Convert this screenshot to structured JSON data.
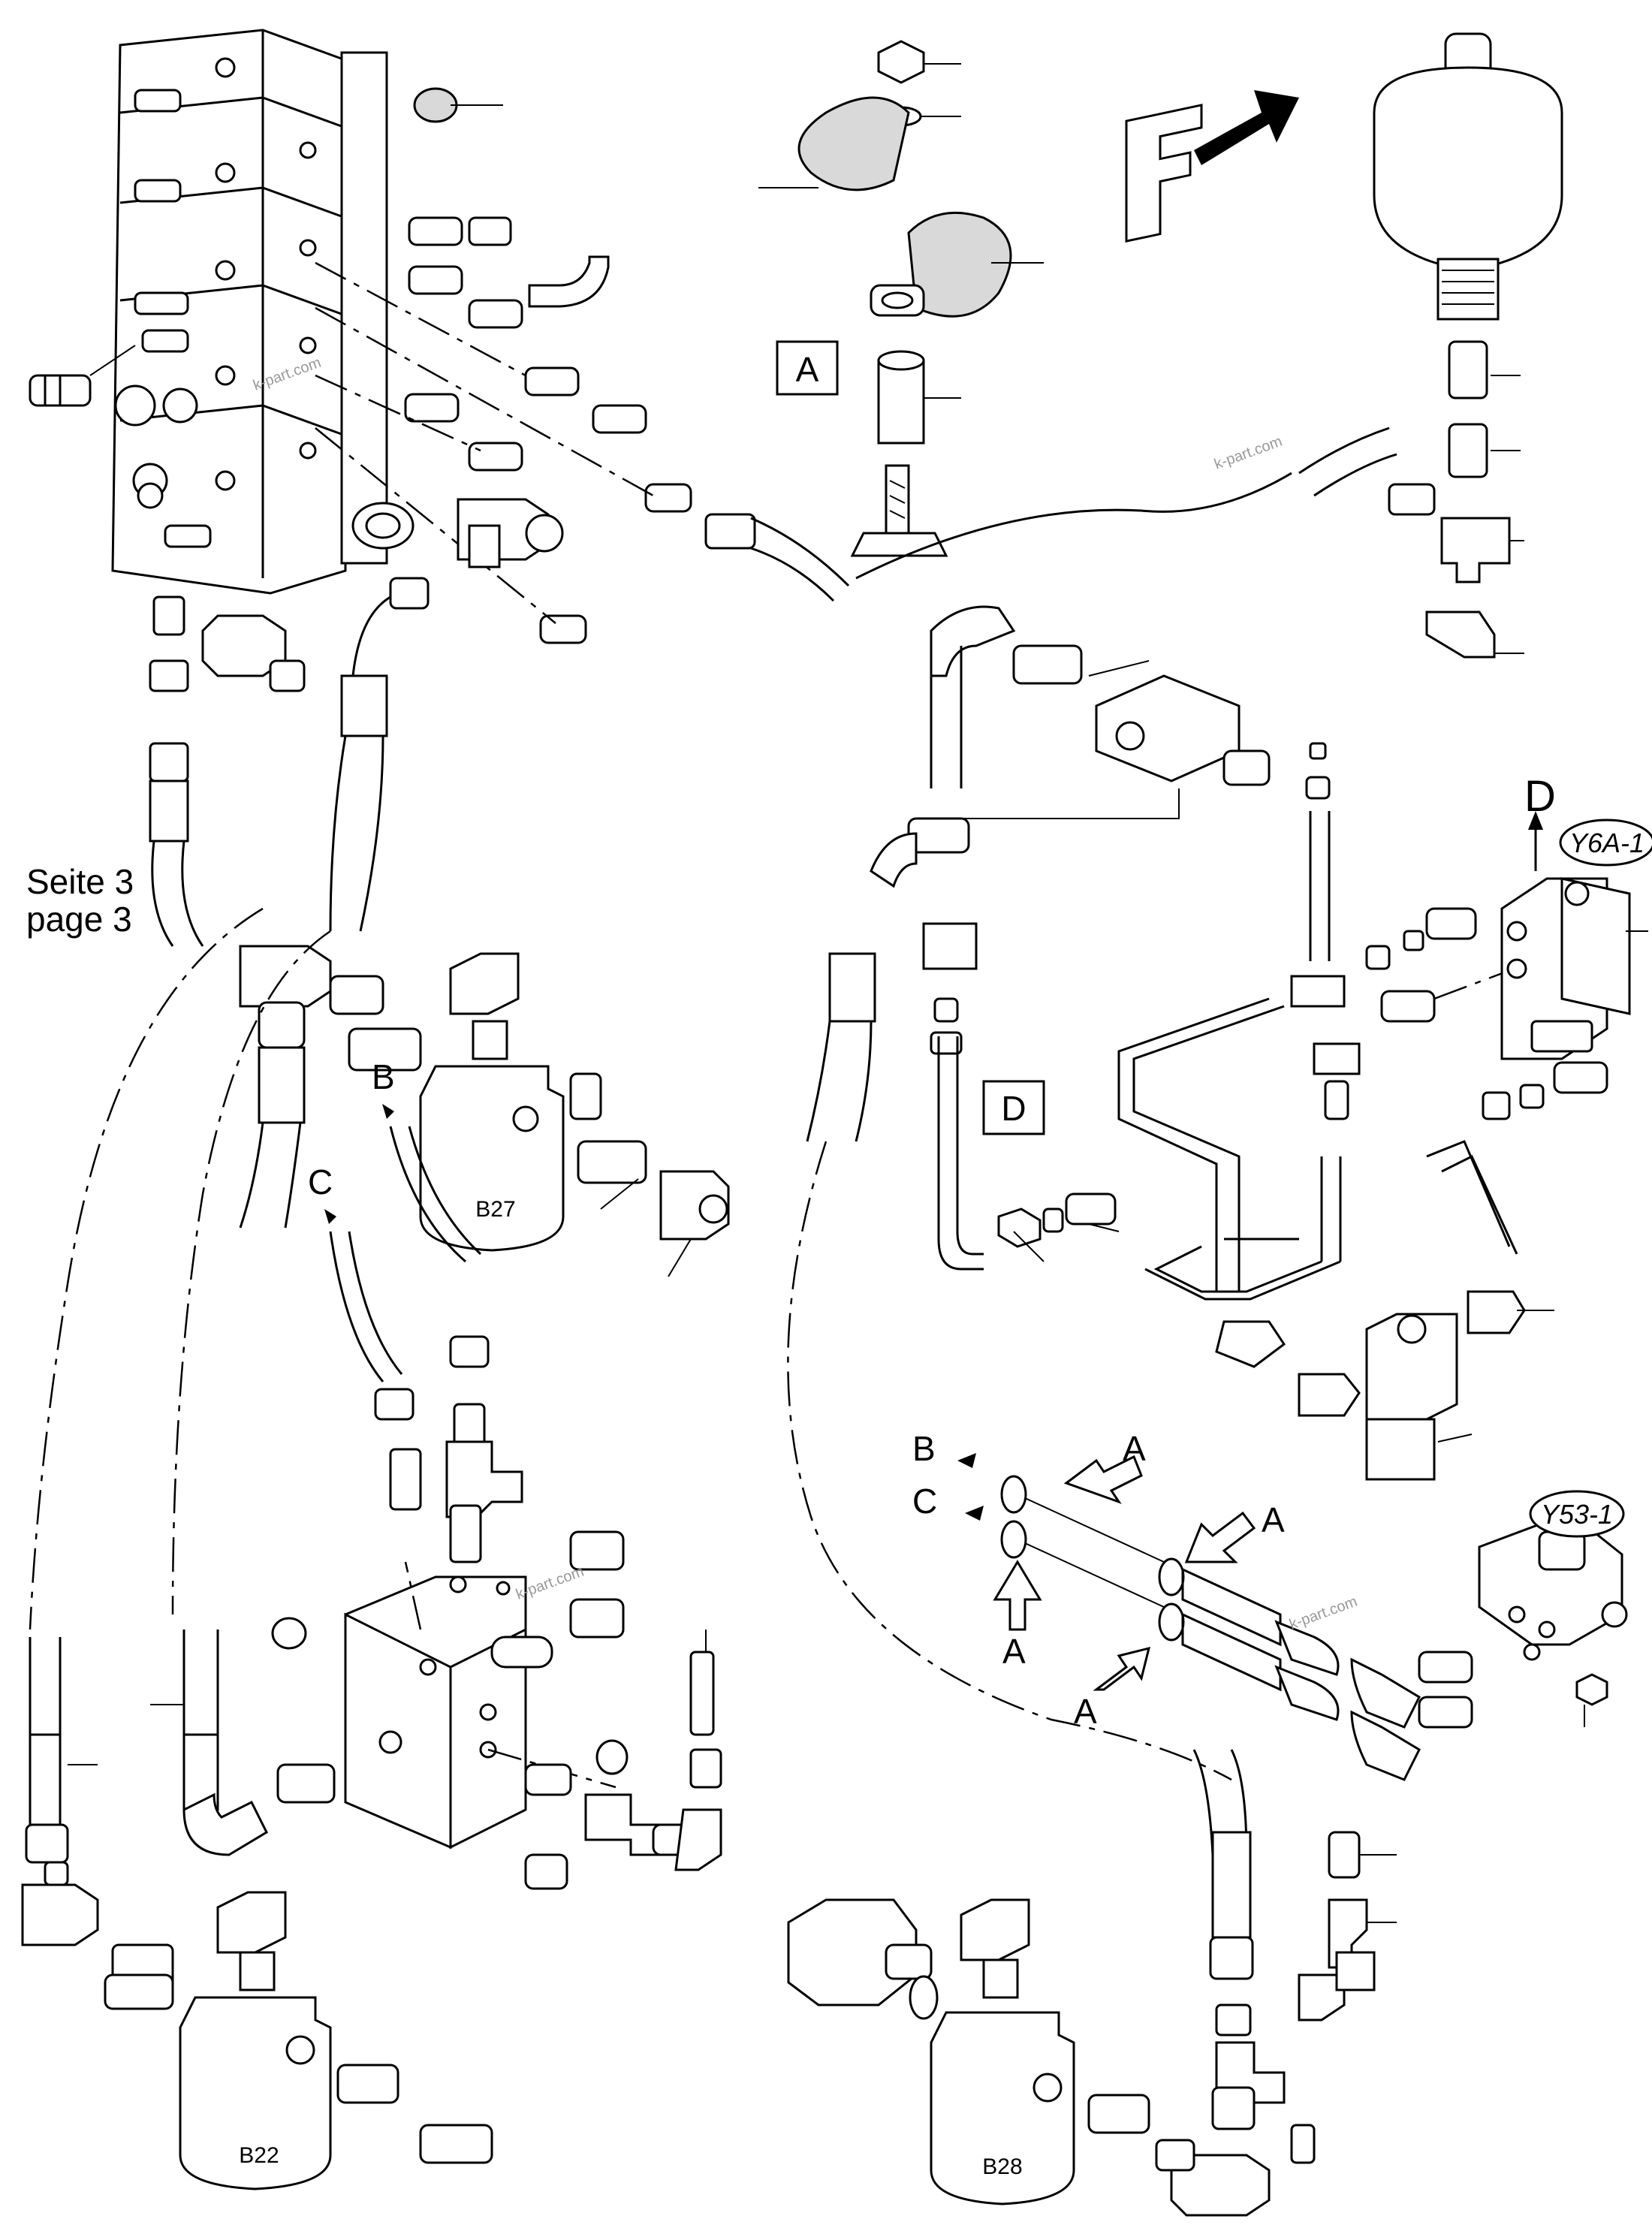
{
  "page_ref": {
    "line1": "Seite 3",
    "line2": "page 3"
  },
  "direction": {
    "letter": "F"
  },
  "detail_labels": {
    "a": "A",
    "b": "B",
    "c": "C",
    "d": "D"
  },
  "components": {
    "b22": "B22",
    "b27": "B27",
    "b28": "B28"
  },
  "valve_tags": {
    "y6a": "Y6A-1",
    "y53": "Y53-1"
  },
  "watermark": "k-part.com"
}
